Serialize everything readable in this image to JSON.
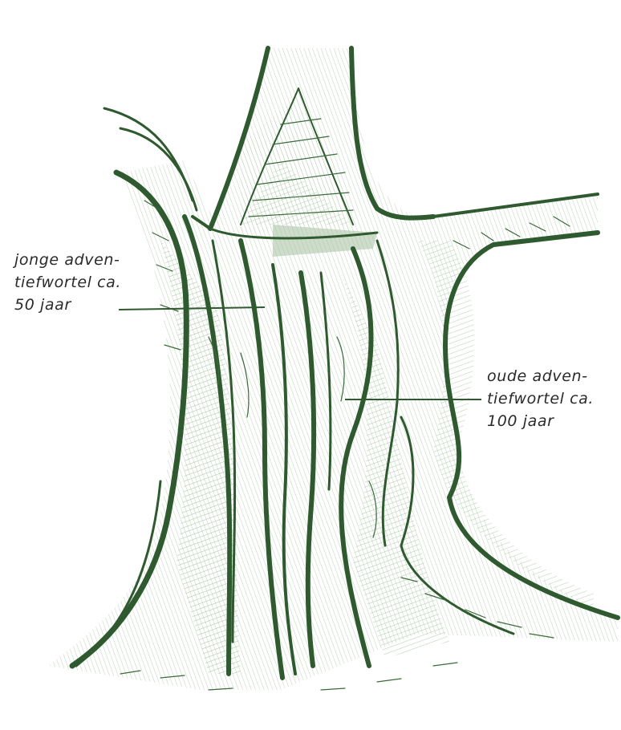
{
  "labels": {
    "young_root": {
      "lines": [
        "jonge adven-",
        "tiefwortel ca.",
        "50 jaar"
      ]
    },
    "old_root": {
      "lines": [
        "oude adven-",
        "tiefwortel ca.",
        "100 jaar"
      ]
    }
  },
  "colors": {
    "ink": "#2f5a2f",
    "ink_dark": "#244a24",
    "shade": "#8fb08a",
    "shade_light": "#c9d9c4",
    "paper": "#ffffff",
    "label_text": "#2a2a2a"
  }
}
